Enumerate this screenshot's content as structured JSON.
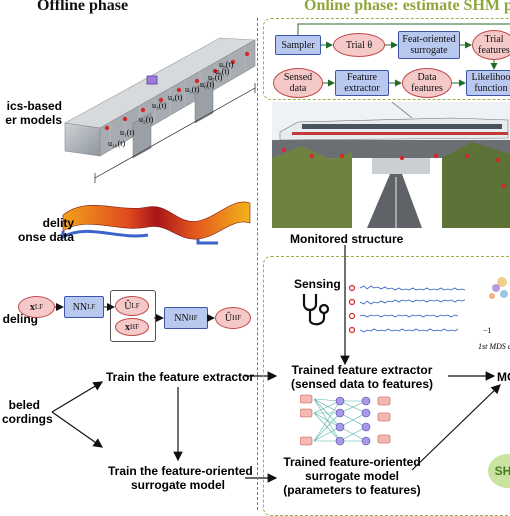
{
  "offline": {
    "title": "Offline phase",
    "labels": {
      "physics_models": "ics-based\ner models",
      "fidelity_data": "delity\nonse data",
      "modeling": "ity\ndeling",
      "labeled": "beled\ncordings",
      "train_extractor": "Train the feature extractor",
      "train_surrogate": "Train the feature-oriented\nsurrogate model"
    },
    "surrogate_chain": {
      "x_lf": "x",
      "x_lf_sup": "LF",
      "nn_lf": "NN",
      "nn_lf_sub": "LF",
      "u_lf": "Û",
      "u_lf_sup": "LF",
      "x_hf": "x",
      "x_hf_sup": "HF",
      "nn_hf": "NN",
      "nn_hf_sub": "HF",
      "u_hf": "Û",
      "u_hf_sup": "HF"
    },
    "bridge_labels": [
      "u₁(t)",
      "u₂(t)",
      "u₃(t)",
      "u₄(t)",
      "u₅(t)",
      "u₆(t)",
      "u₇(t)",
      "u₈(t)",
      "u₉(t)",
      "u₁₀(t)"
    ]
  },
  "online": {
    "title": "Online phase: estimate SHM pa",
    "mcmc": {
      "sampler": "Sampler",
      "trial_theta": "Trial θ",
      "feat_surrogate": "Feat-oriented\nsurrogate",
      "trial_features": "Trial\nfeatures",
      "sensed_data": "Sensed\ndata",
      "feature_extractor": "Feature\nextractor",
      "data_features": "Data\nfeatures",
      "likelihood": "Likelihoo\nfunction"
    },
    "monitored_structure": "Monitored structure",
    "sensing": "Sensing",
    "trained_extractor": "Trained feature extractor\n(sensed data to features)",
    "trained_surrogate": "Trained feature-oriented\nsurrogate model\n(parameters to features)",
    "mc_label": "MC",
    "sh_label": "SH",
    "axis_tick": "−1",
    "axis_label": "1st MDS c"
  },
  "colors": {
    "online_title": "#8fa63a",
    "offline_title": "#111111",
    "dashed_border": "#9bb04a",
    "oval_fill": "#f6c9c9",
    "rect_fill": "#b9c8ef",
    "sensor_red": "#d62828"
  }
}
